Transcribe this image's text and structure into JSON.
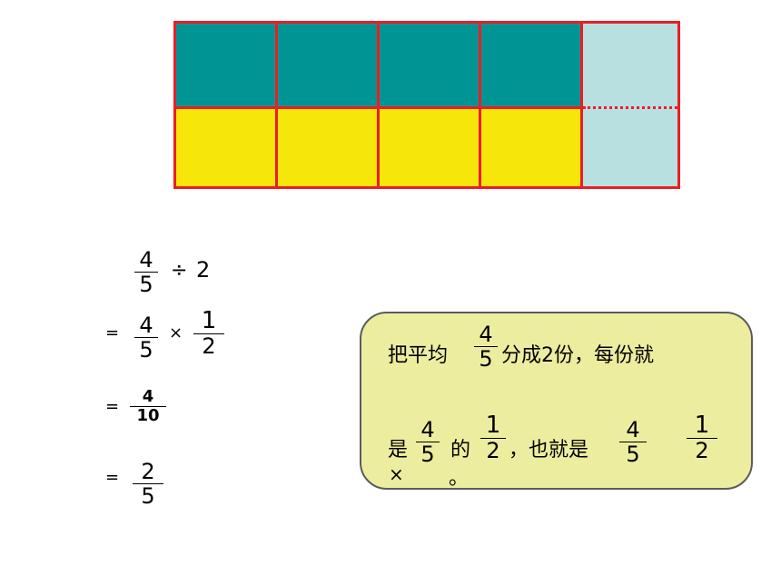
{
  "grid": {
    "colors": {
      "top": "#009494",
      "bottom": "#f6e60a",
      "remainder": "#b8e0e0",
      "border": "#ee1c24"
    }
  },
  "calc": {
    "step1": {
      "num": "4",
      "den": "5",
      "op": "÷",
      "divisor": "2"
    },
    "step2": {
      "eq": "=",
      "num": "4",
      "den": "5",
      "op": "×",
      "num2": "1",
      "den2": "2"
    },
    "step3": {
      "eq": "=",
      "num": "4",
      "den": "10"
    },
    "step4": {
      "eq": "=",
      "num": "2",
      "den": "5"
    }
  },
  "note": {
    "line1_prefix": "把平均",
    "line1_frac": {
      "num": "4",
      "den": "5"
    },
    "line1_suffix": "分成2份，每份就",
    "line2_a": "是",
    "line2_frac1": {
      "num": "4",
      "den": "5"
    },
    "line2_b": "的",
    "line2_frac2": {
      "num": "1",
      "den": "2"
    },
    "line2_c": "，也就是",
    "line2_frac3": {
      "num": "4",
      "den": "5"
    },
    "line2_frac4": {
      "num": "1",
      "den": "2"
    },
    "line3_times": "×",
    "line3_end": "。"
  }
}
